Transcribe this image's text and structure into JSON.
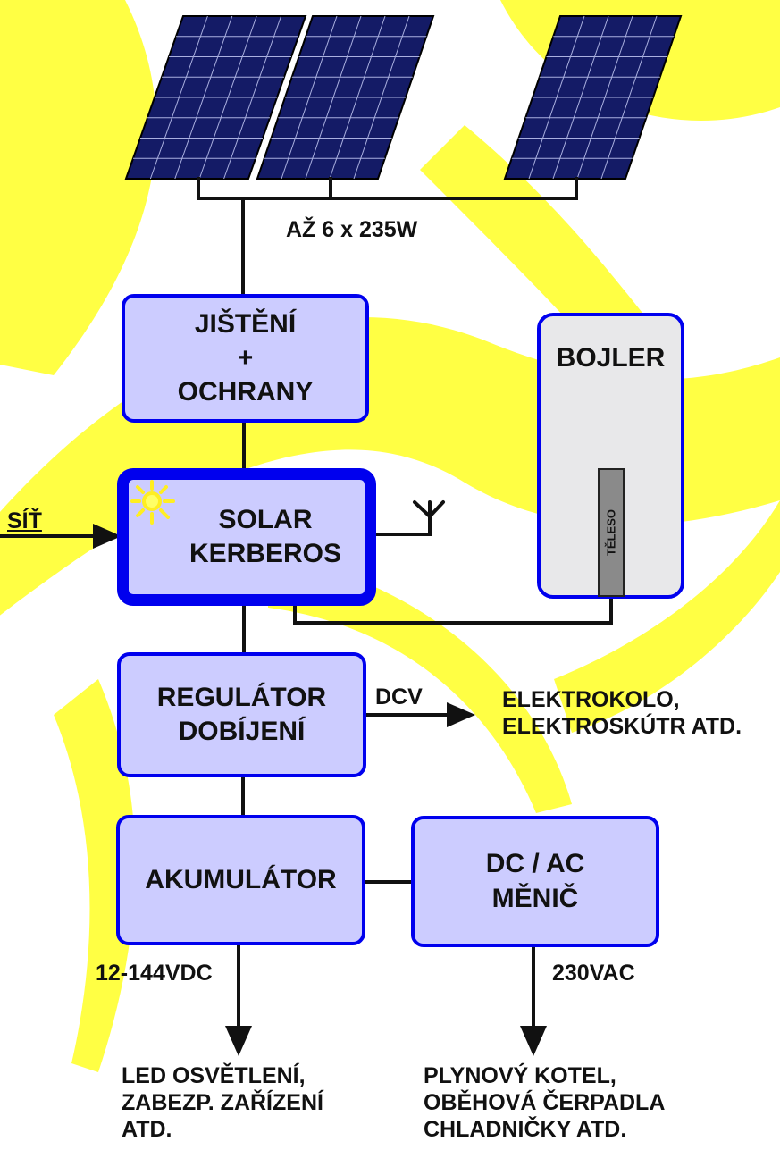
{
  "colors": {
    "background": "#ffffff",
    "watermark": "#ffff44",
    "box_fill": "#ccccff",
    "box_border": "#0000ee",
    "panel_fill": "#141b66",
    "panel_grid": "#aab0e0",
    "wire": "#111111",
    "boiler_fill": "#e8e8ea",
    "heater_fill": "#8a8a8a"
  },
  "panels": {
    "rating": "AŽ 6 x 235W"
  },
  "fuse_box": {
    "lines": [
      "JIŠTĚNÍ",
      "+",
      "OCHRANY"
    ]
  },
  "controller": {
    "lines": [
      "SOLAR",
      "KERBEROS"
    ],
    "logo_icon": "sun-logo-icon",
    "antenna_icon": "antenna-icon"
  },
  "grid_input": {
    "label": "SÍŤ"
  },
  "boiler": {
    "title": "BOJLER",
    "heater_label": "TĚLESO"
  },
  "regulator": {
    "lines": [
      "REGULÁTOR",
      "DOBÍJENÍ"
    ]
  },
  "dc_output": {
    "label": "DCV",
    "target_lines": [
      "ELEKTROKOLO,",
      "ELEKTROSKÚTR ATD."
    ]
  },
  "accumulator": {
    "label": "AKUMULÁTOR"
  },
  "inverter": {
    "lines": [
      "DC / AC",
      "MĚNIČ"
    ]
  },
  "dc_load": {
    "voltage": "12-144VDC",
    "lines": [
      "LED OSVĚTLENÍ,",
      "ZABEZP. ZAŘÍZENÍ",
      "ATD."
    ]
  },
  "ac_load": {
    "voltage": "230VAC",
    "lines": [
      "PLYNOVÝ KOTEL,",
      "OBĚHOVÁ ČERPADLA",
      "CHLADNIČKY ATD."
    ]
  }
}
